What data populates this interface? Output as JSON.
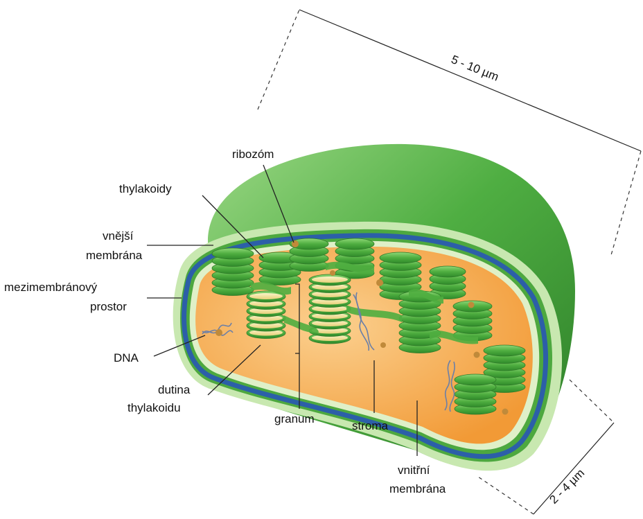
{
  "labels": {
    "ribozom": "ribozóm",
    "thylakoidy": "thylakoidy",
    "vnejsi_1": "vnější",
    "vnejsi_2": "membrána",
    "mezimem_1": "mezimembránový",
    "mezimem_2": "prostor",
    "dna": "DNA",
    "dutina_1": "dutina",
    "dutina_2": "thylakoidu",
    "granum": "granum",
    "stroma": "stroma",
    "vnitrni_1": "vnitřní",
    "vnitrni_2": "membrána"
  },
  "dimensions": {
    "length": "5 - 10 µm",
    "width": "2 - 4 µm"
  },
  "colors": {
    "outer_dark": "#3e9a36",
    "outer_light": "#7cc66a",
    "membrane_light": "#cfe9b8",
    "inner_membrane_blue": "#2c5fa8",
    "stroma": "#f7b76a",
    "stroma_deep": "#f29a36",
    "disc_green": "#5cbc48",
    "disc_dark": "#2f8a2a",
    "lumen_disc": "#f3e7a6",
    "ribosome": "#c08a3a"
  }
}
